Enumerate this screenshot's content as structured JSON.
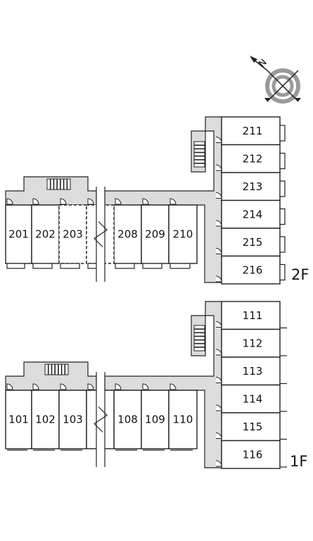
{
  "floors": [
    {
      "label": "2F",
      "west_units": [
        "201",
        "202",
        "203",
        "208",
        "209",
        "210"
      ],
      "east_units": [
        "211",
        "212",
        "213",
        "214",
        "215",
        "216"
      ]
    },
    {
      "label": "1F",
      "west_units": [
        "101",
        "102",
        "103",
        "108",
        "109",
        "110"
      ],
      "east_units": [
        "111",
        "112",
        "113",
        "114",
        "115",
        "116"
      ]
    }
  ],
  "compass": {
    "north_label": "N"
  },
  "colors": {
    "corridor": "#dcdcdc",
    "line": "#222222",
    "compass_ring": "#9a9a9a"
  }
}
